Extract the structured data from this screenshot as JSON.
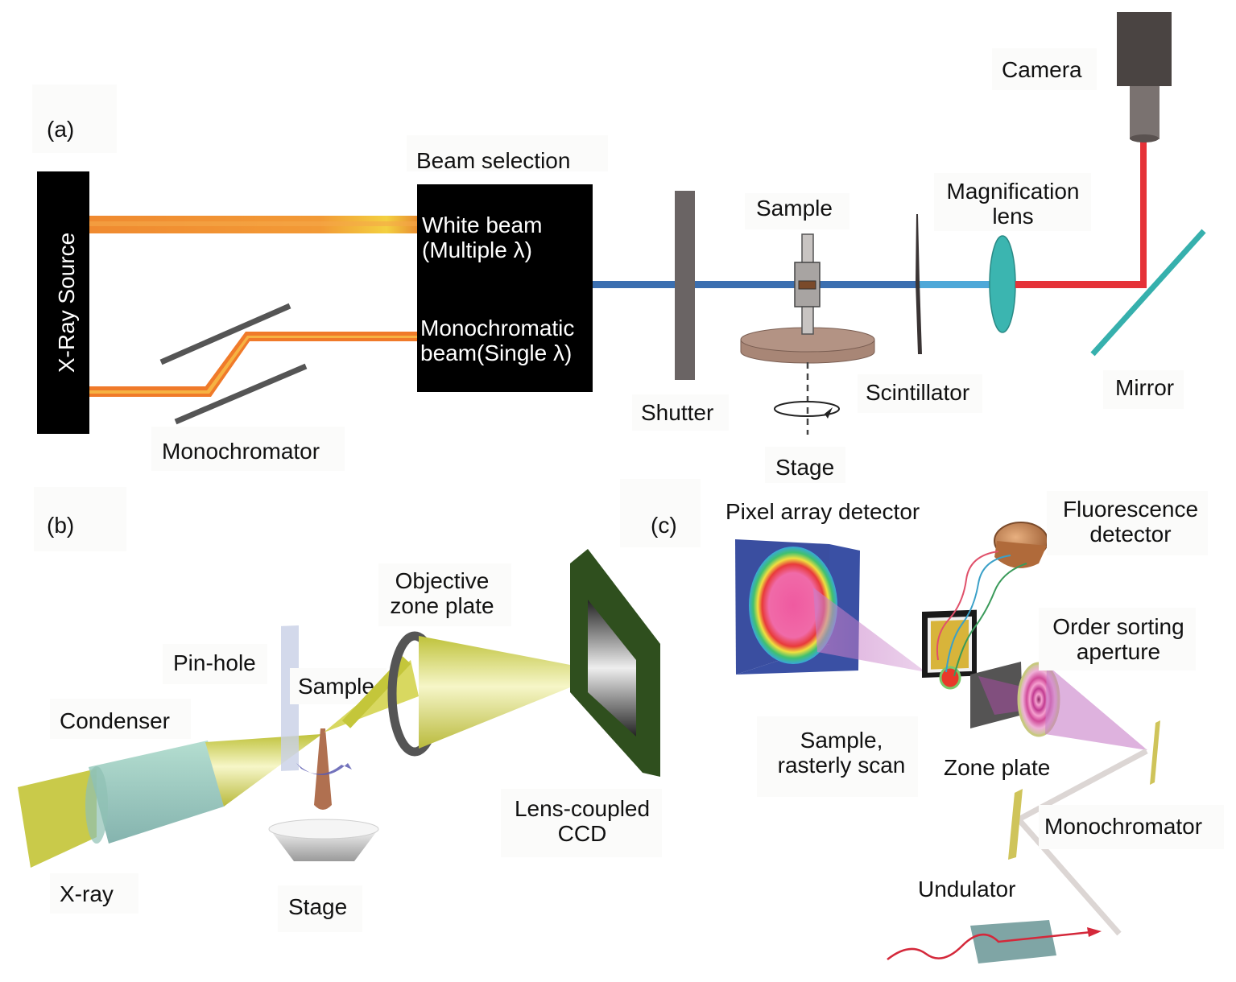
{
  "figure": {
    "panels": {
      "a": {
        "tag": "(a)",
        "labels": {
          "xray_source": "X-Ray Source",
          "beam_selection": "Beam selection",
          "white_beam_1": "White beam",
          "white_beam_2": "(Multiple λ)",
          "mono_beam_1": "Monochromatic",
          "mono_beam_2": "beam(Single λ)",
          "monochromator": "Monochromator",
          "shutter": "Shutter",
          "sample": "Sample",
          "stage": "Stage",
          "scintillator": "Scintillator",
          "magnification_1": "Magnification",
          "magnification_2": "lens",
          "mirror": "Mirror",
          "camera": "Camera"
        }
      },
      "b": {
        "tag": "(b)",
        "labels": {
          "objective_1": "Objective",
          "objective_2": "zone plate",
          "pinhole": "Pin-hole",
          "sample": "Sample",
          "condenser": "Condenser",
          "ccd_1": "Lens-coupled",
          "ccd_2": "CCD",
          "xray": "X-ray",
          "stage": "Stage"
        }
      },
      "c": {
        "tag": "(c)",
        "labels": {
          "pixel_detector": "Pixel array detector",
          "fluorescence_1": "Fluorescence",
          "fluorescence_2": "detector",
          "osa_1": "Order sorting",
          "osa_2": "aperture",
          "sample_1": "Sample,",
          "sample_2": "rasterly scan",
          "zone_plate": "Zone plate",
          "monochromator": "Monochromator",
          "undulator": "Undulator"
        }
      }
    },
    "colors": {
      "white_beam": "#f08a30",
      "mono_beam": "#ee5a2a",
      "xray_beam_blue": "#3b6fb0",
      "visible_light_blue": "#4ea8d8",
      "visible_red": "#e53238",
      "lens_teal": "#3bb5b0",
      "mirror_teal": "#36b0ad",
      "stage_brown": "#a88676",
      "camera_dark": "#4a4442",
      "cone_yellow": "#d4d45a",
      "ccd_green": "#2f4f1e",
      "purple_beam": "#c47ac8"
    }
  }
}
